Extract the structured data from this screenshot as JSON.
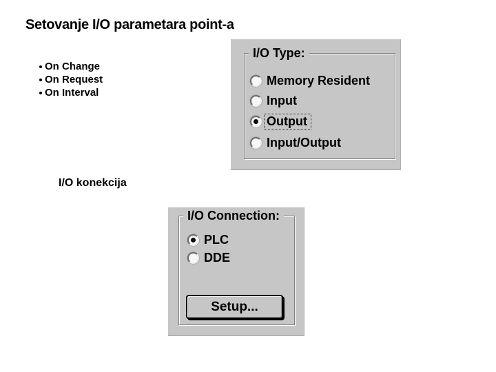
{
  "page": {
    "title": "Setovanje I/O parametara point-a",
    "middle_label": "I/O konekcija"
  },
  "bullets": {
    "items": [
      {
        "label": "On Change"
      },
      {
        "label": "On Request"
      },
      {
        "label": "On Interval"
      }
    ]
  },
  "io_type_group": {
    "legend": "I/O Type:",
    "options": [
      {
        "label": "Memory Resident",
        "selected": false,
        "focused": false
      },
      {
        "label": "Input",
        "selected": false,
        "focused": false
      },
      {
        "label": "Output",
        "selected": true,
        "focused": true
      },
      {
        "label": "Input/Output",
        "selected": false,
        "focused": false
      }
    ]
  },
  "io_connection_group": {
    "legend": "I/O Connection:",
    "options": [
      {
        "label": "PLC",
        "selected": true
      },
      {
        "label": "DDE",
        "selected": false
      }
    ],
    "setup_button_label": "Setup..."
  },
  "colors": {
    "page_bg": "#ffffff",
    "panel_bg": "#c6c6c6",
    "etch_dark": "#7f7f7f",
    "etch_light": "#ffffff",
    "text": "#000000"
  }
}
